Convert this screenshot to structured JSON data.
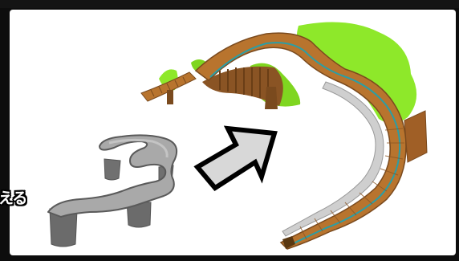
{
  "caption": {
    "text": "える"
  },
  "colors": {
    "frame": "#0d0d0d",
    "panel": "#ffffff",
    "model_gray": "#a9a9a9",
    "model_gray_dark": "#6b6b6b",
    "arrow_fill": "#d8d8d8",
    "arrow_stroke": "#000000",
    "deck_wood": "#b8742e",
    "deck_wood_dark": "#7a4a1e",
    "foliage": "#8ee82a",
    "rail_teal": "#2a9ea6"
  },
  "icons": [
    "gray-terrain-model",
    "right-arrow-icon",
    "wooden-bridge-model"
  ]
}
